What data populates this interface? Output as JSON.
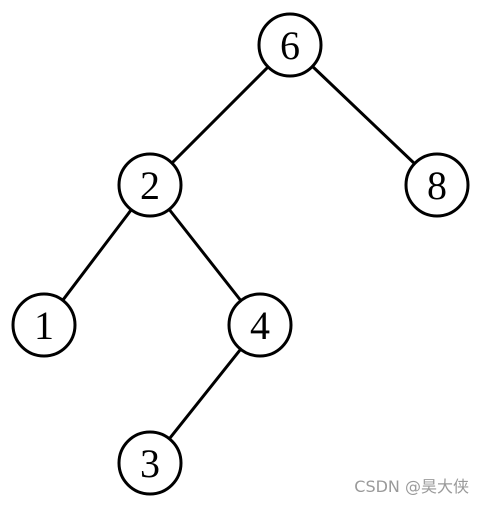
{
  "tree": {
    "nodes": [
      {
        "id": "6",
        "label": "6"
      },
      {
        "id": "2",
        "label": "2"
      },
      {
        "id": "8",
        "label": "8"
      },
      {
        "id": "1",
        "label": "1"
      },
      {
        "id": "4",
        "label": "4"
      },
      {
        "id": "3",
        "label": "3"
      }
    ],
    "edges": [
      {
        "from": "6",
        "to": "2"
      },
      {
        "from": "6",
        "to": "8"
      },
      {
        "from": "2",
        "to": "1"
      },
      {
        "from": "2",
        "to": "4"
      },
      {
        "from": "4",
        "to": "3"
      }
    ],
    "stroke_color": "#000000",
    "fill_color": "#ffffff"
  },
  "watermark": {
    "text": "CSDN @昊大侠"
  }
}
